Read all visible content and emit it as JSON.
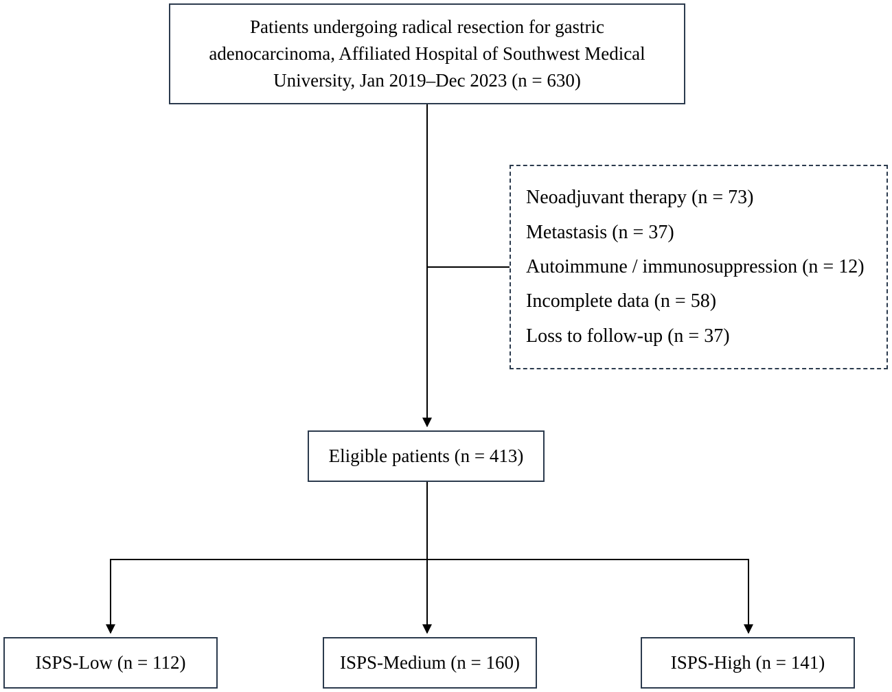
{
  "figure": {
    "type": "patient-flow-diagram",
    "colors": {
      "box_border": "#2b3a4d",
      "connector_line": "#000000",
      "background": "#ffffff",
      "text": "#000000"
    },
    "top_box": {
      "text": "Patients undergoing radical resection for gastric adenocarcinoma, Affiliated Hospital of Southwest Medical University, Jan 2019–Dec 2023 (n = 630)"
    },
    "exclusion_box": {
      "items": [
        "Neoadjuvant therapy (n = 73)",
        "Metastasis (n = 37)",
        "Autoimmune / immunosuppression (n = 12)",
        "Incomplete data (n = 58)",
        "Loss to follow-up (n = 37)"
      ]
    },
    "eligible_box": {
      "text": "Eligible patients (n = 413)"
    },
    "groups": [
      {
        "label": "ISPS-Low (n = 112)"
      },
      {
        "label": "ISPS-Medium (n = 160)"
      },
      {
        "label": "ISPS-High (n = 141)"
      }
    ]
  }
}
